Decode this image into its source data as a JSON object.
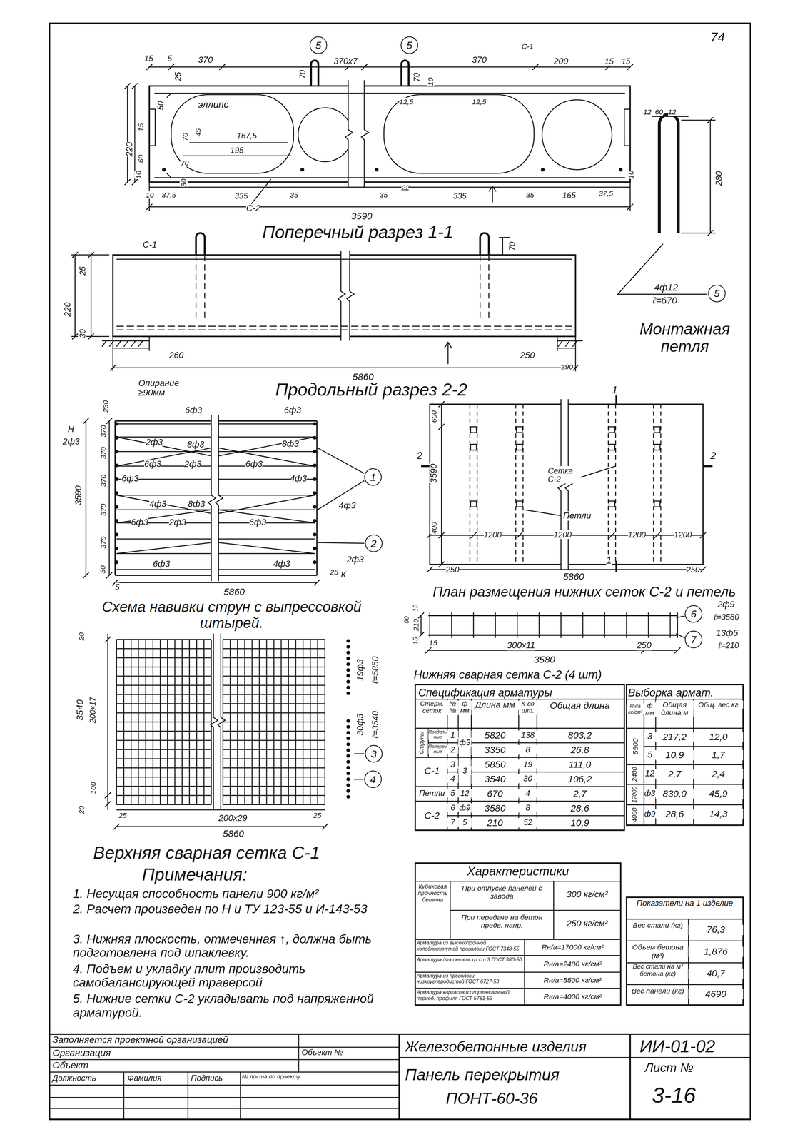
{
  "diagram": {
    "nodes": [
      {
        "text": [
          "5"
        ]
      },
      {
        "text": [
          "5"
        ]
      },
      {
        "text": [
          "5"
        ]
      },
      {
        "text": [
          "1"
        ]
      },
      {
        "text": [
          "2"
        ]
      },
      {
        "text": [
          "6"
        ]
      },
      {
        "text": [
          "7"
        ]
      },
      {
        "text": [
          "3"
        ]
      },
      {
        "text": [
          "4"
        ]
      }
    ],
    "labels": [
      "74",
      "15",
      "5",
      "370",
      "370х7",
      "370",
      "С-1",
      "200",
      "15",
      "15",
      "70",
      "70",
      "25",
      "50",
      "эллипс",
      "10",
      "12,5",
      "12,5",
      "167,5",
      "45",
      "70",
      "195",
      "70",
      "220",
      "15",
      "60",
      "10",
      "10",
      "37,5",
      "30",
      "335",
      "35",
      "35",
      "22",
      "335",
      "35",
      "165",
      "37,5",
      "10",
      "С-2",
      "3590",
      "Поперечный разрез 1-1",
      "12",
      "60",
      "12",
      "280",
      "4ф12",
      "ℓ=670",
      "Монтажная петля",
      "С-1",
      "25",
      "70",
      "220",
      "30",
      "260",
      "250",
      "≥90",
      "5860",
      "Опирание ≥90мм",
      "Продольный разрез 2-2",
      "230",
      "6ф3",
      "6ф3",
      "Н",
      "2ф3",
      "2ф3",
      "8ф3",
      "8ф3",
      "6ф3",
      "2ф3",
      "6ф3",
      "6ф3",
      "4ф3",
      "4ф3",
      "8ф3",
      "4ф3",
      "6ф3",
      "2ф3",
      "6ф3",
      "2ф3",
      "6ф3",
      "4ф3",
      "5",
      "25",
      "К",
      "30",
      "3590",
      "370",
      "370",
      "370",
      "370",
      "370",
      "5860",
      "Схема навивки струн с выпрессовкой штырей.",
      "600",
      "3590",
      "400",
      "1",
      "1",
      "2",
      "2",
      "Сетка С-2",
      "Петли",
      "1200",
      "1200",
      "1200",
      "1200",
      "250",
      "250",
      "5860",
      "План размещения нижних сеток С-2 и петель",
      "15",
      "90",
      "210",
      "15",
      "15",
      "300х11",
      "250",
      "3580",
      "2ф9",
      "ℓ=3580",
      "13ф5",
      "ℓ=210",
      "Нижняя сварная сетка С-2 (4 шт)",
      "20",
      "3540",
      "200х17",
      "100",
      "20",
      "25",
      "200х29",
      "25",
      "5860",
      "19ф3",
      "ℓ=5850",
      "30ф3",
      "ℓ=3540",
      "Верхняя сварная сетка С-1",
      "Примечания:",
      "1. Несущая способность панели 900 кг/м²",
      "2. Расчет произведен по Н и ТУ 123-55 и И-143-53",
      "3. Нижняя плоскость, отмеченная ↑, должна быть подготовлена под шпаклевку.",
      "4. Подъем и укладку плит производить самобалансирующей траверсой",
      "5. Нижние сетки С-2 укладывать под напряженной арматурой.",
      "Спецификация арматуры",
      "Стерж. сеток",
      "№№",
      "ф мм",
      "Длина мм",
      "К-во шт.",
      "Общая длина",
      "Струны",
      "Продоль-ные",
      "1",
      "ф3",
      "5820",
      "138",
      "803,2",
      "Попереч-ные",
      "2",
      "3350",
      "8",
      "26,8",
      "С-1",
      "3",
      "3",
      "5850",
      "19",
      "111,0",
      "4",
      "3540",
      "30",
      "106,2",
      "Петли",
      "5",
      "12",
      "670",
      "4",
      "2,7",
      "С-2",
      "6",
      "ф9",
      "3580",
      "8",
      "28,6",
      "7",
      "5",
      "210",
      "52",
      "10,9",
      "Выборка армат.",
      "Rн/а кг/см²",
      "ф мм",
      "Общая длина м",
      "Общ. вес кг",
      "5500",
      "3",
      "217,2",
      "12,0",
      "5",
      "10,9",
      "1,7",
      "2400",
      "12",
      "2,7",
      "2,4",
      "17000",
      "ф3",
      "830,0",
      "45,9",
      "4000",
      "ф9",
      "28,6",
      "14,3",
      "Характеристики",
      "Кубиковая прочность бетона",
      "При отпуске панелей с завода",
      "300 кг/см²",
      "При передаче на бетон предв. напр.",
      "250 кг/см²",
      "Арматура из высокопрочной холоднотянутой проволоки ГОСТ 7348-55",
      "Rн/а=17000 кг/см²",
      "Арматура для петель из ст.3 ГОСТ 380-50",
      "Rн/а=2400 кг/см²",
      "Арматура из проволоки низкоуглеродистой ГОСТ 6727-53",
      "Rн/а=5500 кг/см²",
      "Арматура каркасов из горячекатаной период. профиля ГОСТ 5781-53",
      "Rн/а=4000 кг/см²",
      "Показатели на 1 изделие",
      "Вес стали (кг)",
      "76,3",
      "Объем бетона (м³)",
      "1,876",
      "Вес стали на м³ бетона (кг)",
      "40,7",
      "Вес панели (кг)",
      "4690",
      "Заполняется проектной организацией",
      "Организация",
      "Объект",
      "Объект №",
      "Должность",
      "Фамилия",
      "Подпись",
      "№ листа по проекту",
      "Железобетонные изделия",
      "ИИ-01-02",
      "Панель перекрытия",
      "ПОНТ-60-36",
      "Лист №",
      "3-16"
    ]
  }
}
